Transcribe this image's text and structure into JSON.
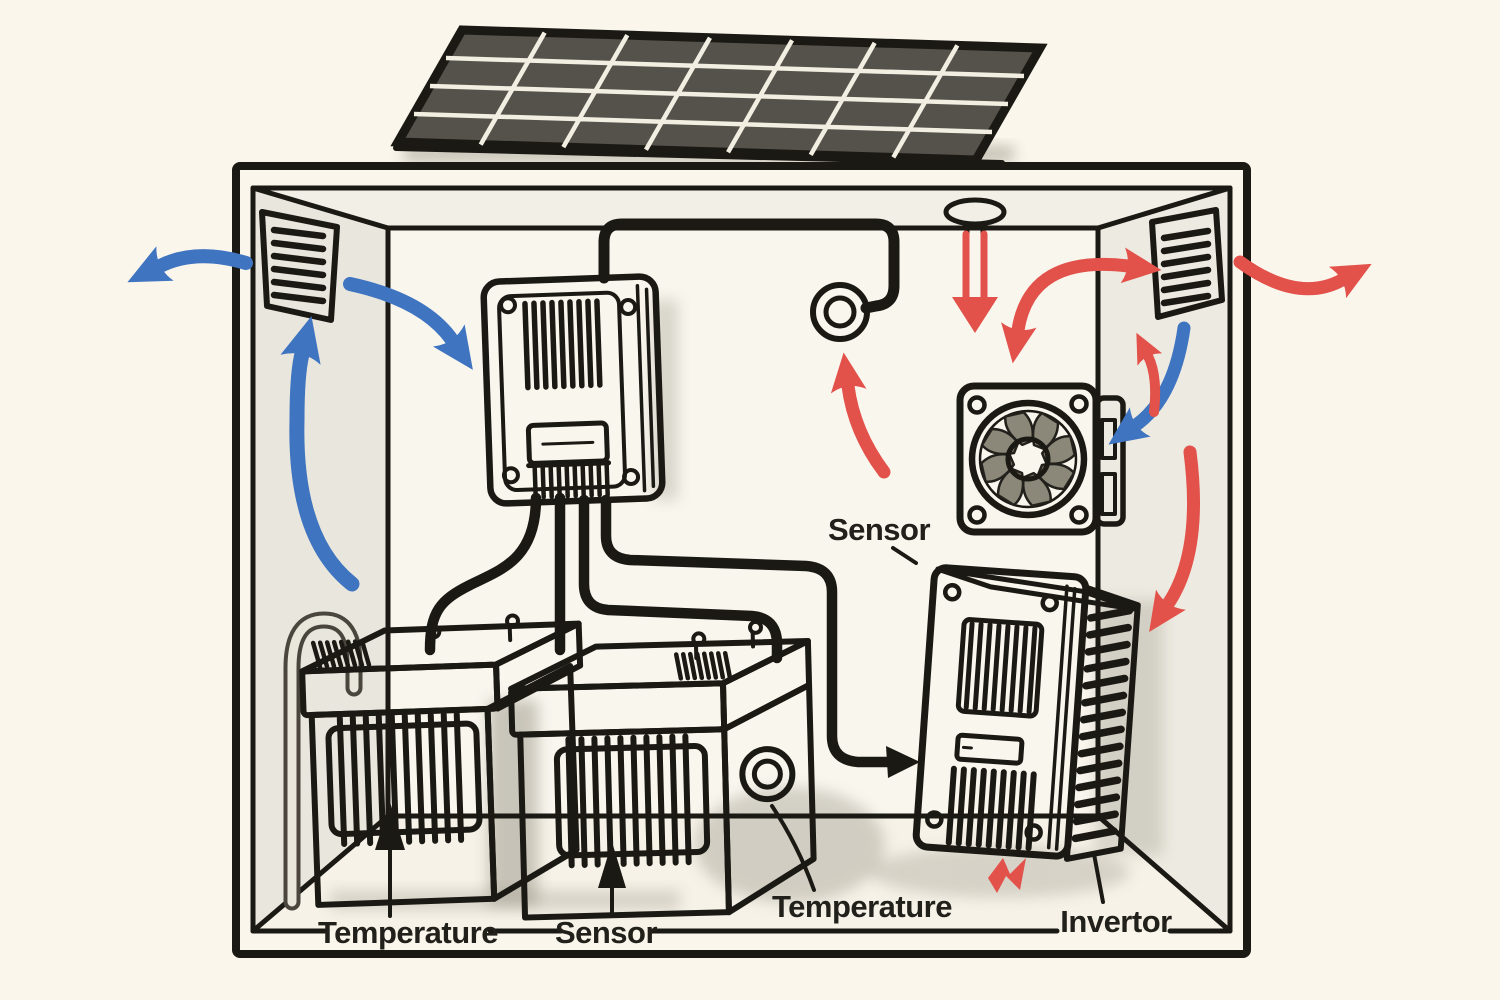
{
  "diagram": {
    "type": "solar-power-enclosure-cooling-airflow-diagram",
    "labels": {
      "sensor_top": "Sensor",
      "temperature_left": "Temperature",
      "sensor_bottom": "Sensor",
      "temperature_right": "Temperature",
      "invertor": "Invertor"
    },
    "components": [
      "solar-panel",
      "enclosure-box",
      "left-wall-vent",
      "right-wall-vent",
      "charge-controller",
      "ceiling-outlet",
      "ceiling-sensor",
      "exhaust-fan",
      "invertor-unit",
      "battery-left",
      "battery-right",
      "round-temperature-sensor",
      "wall-conduit"
    ],
    "airflow": {
      "cool_air_color": "#3f74c0",
      "hot_air_color": "#e2514a",
      "cool_arrows": [
        "exit-left",
        "intake-swoosh-top-left",
        "left-wall-up",
        "right-wall-down"
      ],
      "hot_arrows": [
        "ceiling-double-down",
        "fan-circulation-two-headed",
        "rise-left-of-fan",
        "rise-right-of-fan",
        "hook-down-right-wall",
        "exit-right",
        "spark-under-invertor"
      ]
    },
    "colors": {
      "background": "#faf6ec",
      "ink": "#1b1914",
      "panel_cell": "#55524b",
      "wall_shade": "#e9e6dd"
    }
  }
}
